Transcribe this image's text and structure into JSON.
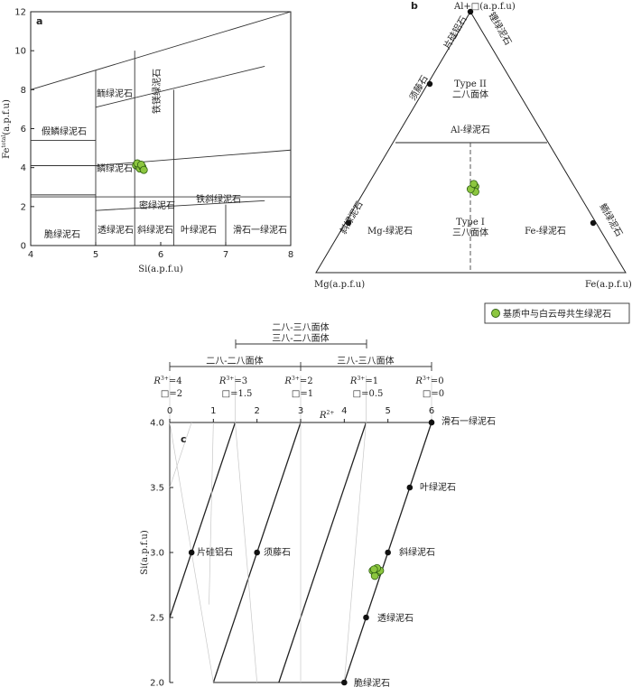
{
  "legend": {
    "label": "基质中与白云母共生绿泥石",
    "marker_color": "#8cc63f"
  },
  "panel_a": {
    "panel_label": "a",
    "xlabel": "Si(a.p.f.u)",
    "ylabel": "Fe(total)(a.p.f.u)",
    "ylabel_main": "Fe",
    "ylabel_sup": "total",
    "ylabel_rest": "(a.p.f.u)",
    "xlim": [
      4,
      8
    ],
    "ylim": [
      0,
      12
    ],
    "xticks": [
      "4",
      "5",
      "6",
      "7",
      "8"
    ],
    "yticks": [
      "0",
      "2",
      "4",
      "6",
      "8",
      "10",
      "12"
    ],
    "fields": {
      "f1": "假鳞绿泥石",
      "f2": "鲕绿泥石",
      "f3": "铁镁绿泥石",
      "f4": "鳞绿泥石",
      "f5": "密绿泥石",
      "f6": "铁斜绿泥石",
      "f7": "脆绿泥石",
      "f8": "透绿泥石",
      "f9": "斜绿泥石",
      "f10": "叶绿泥石",
      "f11": "滑石一绿泥石"
    }
  },
  "panel_b": {
    "panel_label": "b",
    "apex_top": "Al+□(a.p.f.u)",
    "apex_left": "Mg(a.p.f.u)",
    "apex_right": "Fe(a.p.f.u)",
    "edge_labels": {
      "e1": "片硅铝石",
      "e2": "锂绿泥石",
      "e3": "须藤石",
      "e4": "斜绿泥石",
      "e5": "鲕绿泥石"
    },
    "type2": "Type II",
    "type2_cn": "二八面体",
    "mid_label": "Al-绿泥石",
    "type1": "Type I",
    "type1_cn": "三八面体",
    "mg_label": "Mg-绿泥石",
    "fe_label": "Fe-绿泥石"
  },
  "panel_c": {
    "panel_label": "c",
    "ylabel": "Si(a.p.f.u)",
    "xaxis_label": "R2+",
    "xaxis_label_main": "R",
    "xaxis_label_sup": "2+",
    "xticks": [
      "0",
      "1",
      "2",
      "3",
      "4",
      "5",
      "6"
    ],
    "yticks": [
      "2.0",
      "2.5",
      "3.0",
      "3.5",
      "4.0"
    ],
    "top_bracket": "二八-三八面体",
    "top_bracket2": "三八-二八面体",
    "bracket_left": "二八-二八面体",
    "bracket_right": "三八-三八面体",
    "r3": [
      "4",
      "3",
      "2",
      "1",
      "0"
    ],
    "box": [
      "2",
      "1.5",
      "1",
      "0.5",
      "0"
    ],
    "r_prefix": "R",
    "r_sup": "3+",
    "box_prefix": "□",
    "minerals": {
      "m1": "滑石一绿泥石",
      "m2": "叶绿泥石",
      "m3": "斜绿泥石",
      "m4": "透绿泥石",
      "m5": "脆绿泥石",
      "m6": "片硅铝石",
      "m7": "须藤石"
    }
  },
  "chart_data": [
    {
      "type": "scatter",
      "panel": "a",
      "xlabel": "Si(a.p.f.u)",
      "ylabel": "Fe(total)(a.p.f.u)",
      "xlim": [
        4,
        8
      ],
      "ylim": [
        0,
        12
      ],
      "series": [
        {
          "name": "基质中与白云母共生绿泥石",
          "points": [
            [
              5.62,
              4.12
            ],
            [
              5.66,
              4.05
            ],
            [
              5.68,
              3.95
            ],
            [
              5.72,
              4.02
            ],
            [
              5.64,
              4.22
            ],
            [
              5.7,
              4.15
            ],
            [
              5.74,
              3.88
            ]
          ]
        }
      ]
    },
    {
      "type": "scatter",
      "panel": "b",
      "axes": [
        "Al+□",
        "Mg",
        "Fe"
      ],
      "series": [
        {
          "name": "基质中与白云母共生绿泥石",
          "points_note": "ternary Al≈0.32, Mg≈0.33, Fe≈0.35",
          "points": [
            [
              0.32,
              0.33,
              0.35
            ],
            [
              0.33,
              0.32,
              0.35
            ],
            [
              0.31,
              0.33,
              0.36
            ],
            [
              0.32,
              0.34,
              0.34
            ],
            [
              0.34,
              0.32,
              0.34
            ]
          ]
        }
      ]
    },
    {
      "type": "scatter",
      "panel": "c",
      "xlabel": "R2+",
      "ylabel": "Si(a.p.f.u)",
      "xlim": [
        0,
        6
      ],
      "ylim": [
        2.0,
        4.0
      ],
      "series": [
        {
          "name": "基质中与白云母共生绿泥石",
          "points": [
            [
              4.65,
              2.86
            ],
            [
              4.72,
              2.84
            ],
            [
              4.78,
              2.85
            ],
            [
              4.7,
              2.82
            ],
            [
              4.82,
              2.86
            ],
            [
              4.75,
              2.88
            ],
            [
              4.68,
              2.87
            ]
          ]
        }
      ]
    }
  ]
}
